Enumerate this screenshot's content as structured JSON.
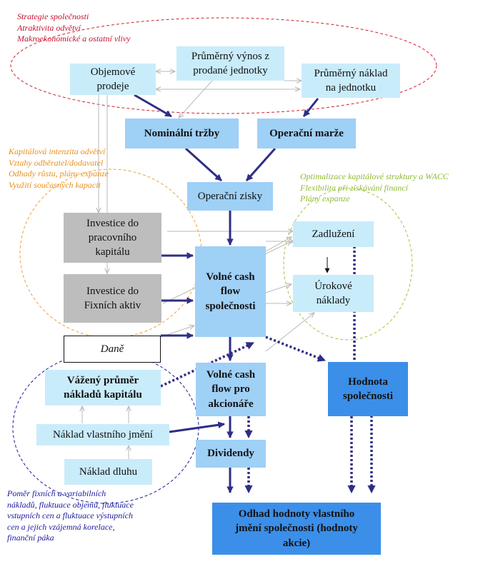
{
  "notes": {
    "strategic": [
      "Strategie společnosti",
      "Atraktivita odvětví",
      "Makroekonomické a ostatní vlivy"
    ],
    "capital": [
      "Kapitálová intenzita odvětví",
      "Vztahy odběratel/dodavatel",
      "Odhady růstu, plány expanze",
      "Využití současných kapacit"
    ],
    "financing": [
      "Optimalizace kapitálové struktury a WACC",
      "Flexibilita při získávání financí",
      "Plány expanze"
    ],
    "risk": [
      "Poměr fixních a variabilních",
      "nákladů, fluktuace objemů, fluktuace",
      "vstupních cen a fluktuace výstupních",
      "cen a jejich vzájemná korelace,",
      "finanční páka"
    ]
  },
  "boxes": {
    "volume": [
      "Objemové",
      "prodeje"
    ],
    "avg_revenue": [
      "Průměrný výnos z",
      "prodané jednotky"
    ],
    "avg_cost": [
      "Průměrný náklad",
      "na jednotku"
    ],
    "nominal_sales": "Nominální tržby",
    "operating_margin": "Operační marže",
    "operating_profit": "Operační zisky",
    "working_capital": [
      "Investice do",
      "pracovního",
      "kapitálu"
    ],
    "fixed_assets": [
      "Investice do",
      "Fixních aktiv"
    ],
    "taxes": "Daně",
    "fcf_firm": [
      "Volné cash",
      "flow",
      "společnosti"
    ],
    "debt": "Zadlužení",
    "interest": [
      "Úrokové",
      "náklady"
    ],
    "firm_value": [
      "Hodnota",
      "společnosti"
    ],
    "wacc": [
      "Vážený průměr",
      "nákladů kapitálu"
    ],
    "fcf_equity": [
      "Volné cash",
      "flow pro",
      "akcionáře"
    ],
    "cost_of_equity": "Náklad vlastního jmění",
    "cost_of_debt": "Náklad dluhu",
    "dividends": "Dividendy",
    "equity_value": [
      "Odhad hodnoty vlastního",
      "jmění společnosti (hodnoty",
      "akcie)"
    ]
  },
  "colors": {
    "red_note": "#c8102e",
    "orange_note": "#e8901c",
    "green_note": "#8dbb2f",
    "navy_note": "#1a1a9e",
    "main_arrow": "#2e2e86",
    "thin_arrow": "#b9b9b9"
  }
}
